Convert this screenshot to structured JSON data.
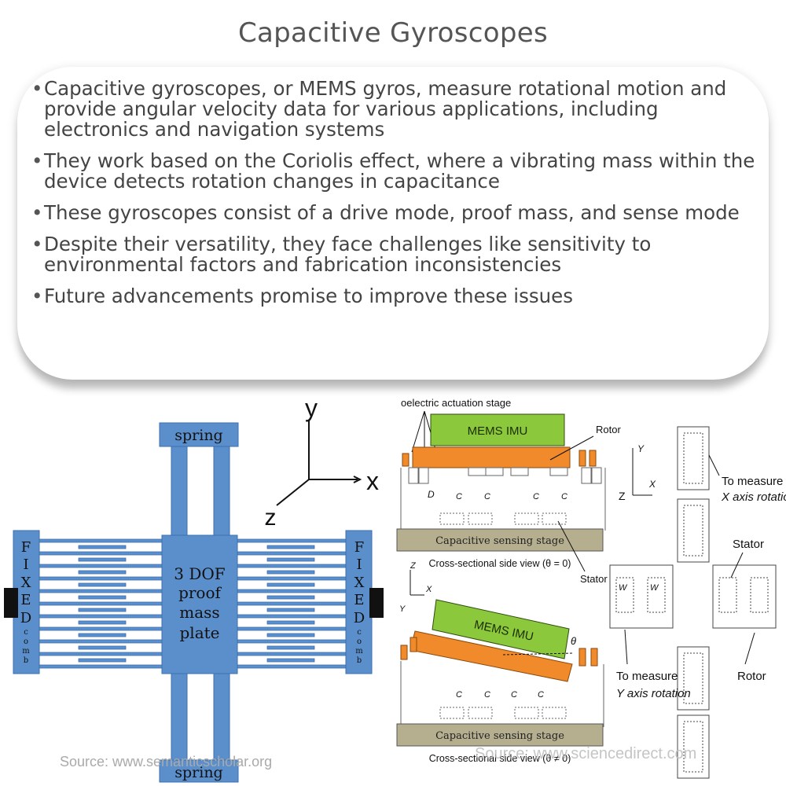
{
  "title": "Capacitive Gyroscopes",
  "bullets": [
    "Capacitive gyroscopes, or MEMS gyros, measure rotational motion and provide angular velocity data for various applications, including electronics and navigation systems",
    "They work based on the Coriolis effect, where a vibrating mass within the device detects rotation changes in capacitance",
    "These gyroscopes consist of a drive mode, proof mass, and sense mode",
    "Despite their versatility, they face challenges like sensitivity to environmental factors and fabrication inconsistencies",
    "Future advancements promise to improve these issues"
  ],
  "left_diagram": {
    "spring_top": "spring",
    "spring_bottom": "spring",
    "proof_mass": [
      "3 DOF",
      "proof",
      "mass",
      "plate"
    ],
    "fixed_big": [
      "F",
      "I",
      "X",
      "E",
      "D"
    ],
    "fixed_small": [
      "c",
      "o",
      "m",
      "b"
    ],
    "axis_y": "y",
    "axis_x": "x",
    "axis_z": "z",
    "source": "Source: www.semanticscholar.org"
  },
  "right_diagram": {
    "actuation_label": "oelectric actuation stage",
    "imu_label": "MEMS IMU",
    "rotor_label": "Rotor",
    "stator_label": "Stator",
    "dn_label": "D",
    "c1a": "C",
    "c2b": "C",
    "c1b": "C",
    "c2a": "C",
    "sensing_stage": "Capacitive sensing stage",
    "view_top": "Cross-sectional side view (θ = 0)",
    "view_bottom": "Cross-sectional side view (θ ≠ 0)",
    "theta": "θ",
    "axis_z": "Z",
    "axis_x": "X",
    "axis_y": "Y",
    "measure_x_1": "To measure",
    "measure_x_2": "X axis rotation",
    "stator_right": "Stator",
    "rotor_right": "Rotor",
    "measure_y_1": "To measure",
    "measure_y_2": "Y axis rotation",
    "wsa": "W",
    "wsb": "W",
    "source": "Source: www.sciencedirect.com"
  }
}
